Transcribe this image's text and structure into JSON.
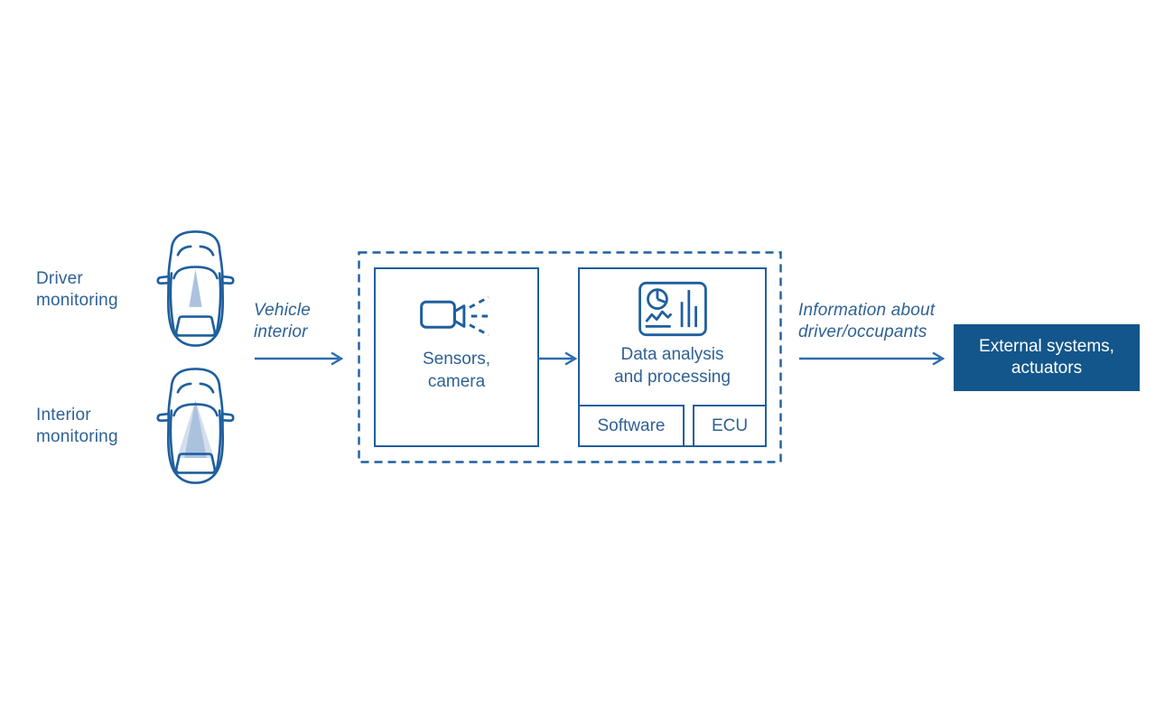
{
  "colors": {
    "background": "#ffffff",
    "line": "#1f5f9e",
    "text": "#2f6195",
    "arrow": "#2b6cb0",
    "fill_box": "#13568b",
    "fill_box_text": "#ffffff",
    "fov": "#9db8d8"
  },
  "left_labels": {
    "driver": "Driver\nmonitoring",
    "interior": "Interior\nmonitoring"
  },
  "flow": {
    "vehicle_interior": "Vehicle\ninterior",
    "information": "Information about\ndriver/occupants"
  },
  "boxes": {
    "sensors": "Sensors,\ncamera",
    "analysis": "Data analysis\nand processing",
    "software": "Software",
    "ecu": "ECU",
    "external": "External systems,\nactuators"
  },
  "icons": {
    "driver_car": "car-top-view-narrow-fov-icon",
    "interior_car": "car-top-view-wide-fov-icon",
    "camera": "camera-icon",
    "analytics": "analytics-chart-icon",
    "arrows": "right-arrow-icon"
  }
}
